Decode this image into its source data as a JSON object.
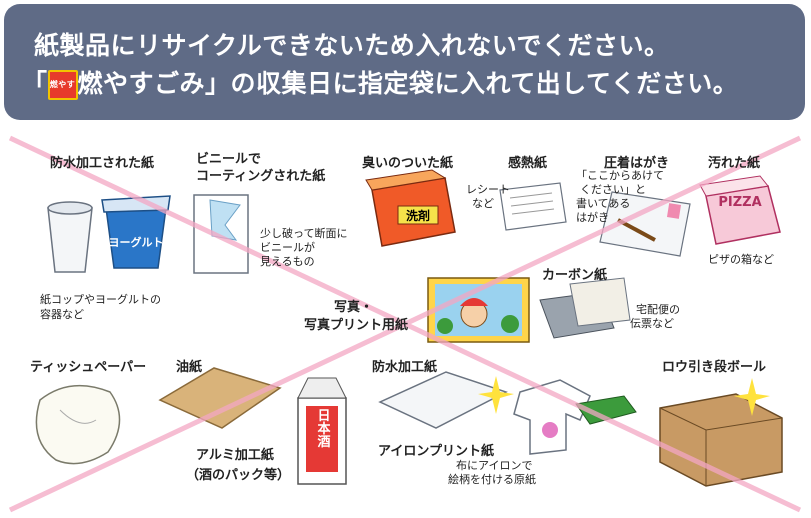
{
  "banner": {
    "line1": "紙製品にリサイクルできないため入れないでください。",
    "line2_pre": "「",
    "badge": "燃やす",
    "line2_main": "燃やすごみ」の収集日に指定袋に入れて出してください。"
  },
  "items": {
    "waterproof_paper": {
      "label": "防水加工された紙",
      "note_1": "紙コップやヨーグルトの",
      "note_2": "容器など",
      "yogurt_text": "ヨーグルト"
    },
    "vinyl_coated": {
      "label_1": "ビニールで",
      "label_2": "コーティングされた紙",
      "note_1": "少し破って断面に",
      "note_2": "ビニールが",
      "note_3": "見えるもの"
    },
    "smelly_paper": {
      "label": "臭いのついた紙",
      "box_text": "洗剤"
    },
    "thermal_paper": {
      "label": "感熱紙",
      "note_1": "レシート",
      "note_2": "など"
    },
    "pressure_postcard": {
      "label": "圧着はがき",
      "note_1": "「ここからあけて",
      "note_2": "ください」と",
      "note_3": "書いてある",
      "note_4": "はがき"
    },
    "dirty_paper": {
      "label": "汚れた紙",
      "box_text": "PIZZA",
      "note": "ピザの箱など"
    },
    "carbon_paper": {
      "label": "カーボン紙",
      "note_1": "宅配便の",
      "note_2": "伝票など"
    },
    "photo": {
      "label_1": "写真・",
      "label_2": "写真プリント用紙"
    },
    "tissue": {
      "label": "ティッシュペーパー"
    },
    "oil_paper": {
      "label": "油紙"
    },
    "aluminum_paper": {
      "label_1": "アルミ加工紙",
      "label_2": "（酒のパック等）",
      "carton_text": "日本酒"
    },
    "waterproof_sheet": {
      "label": "防水加工紙"
    },
    "iron_print": {
      "label": "アイロンプリント紙",
      "note_1": "布にアイロンで",
      "note_2": "絵柄を付ける原紙"
    },
    "wax_cardboard": {
      "label": "ロウ引き段ボール"
    }
  }
}
